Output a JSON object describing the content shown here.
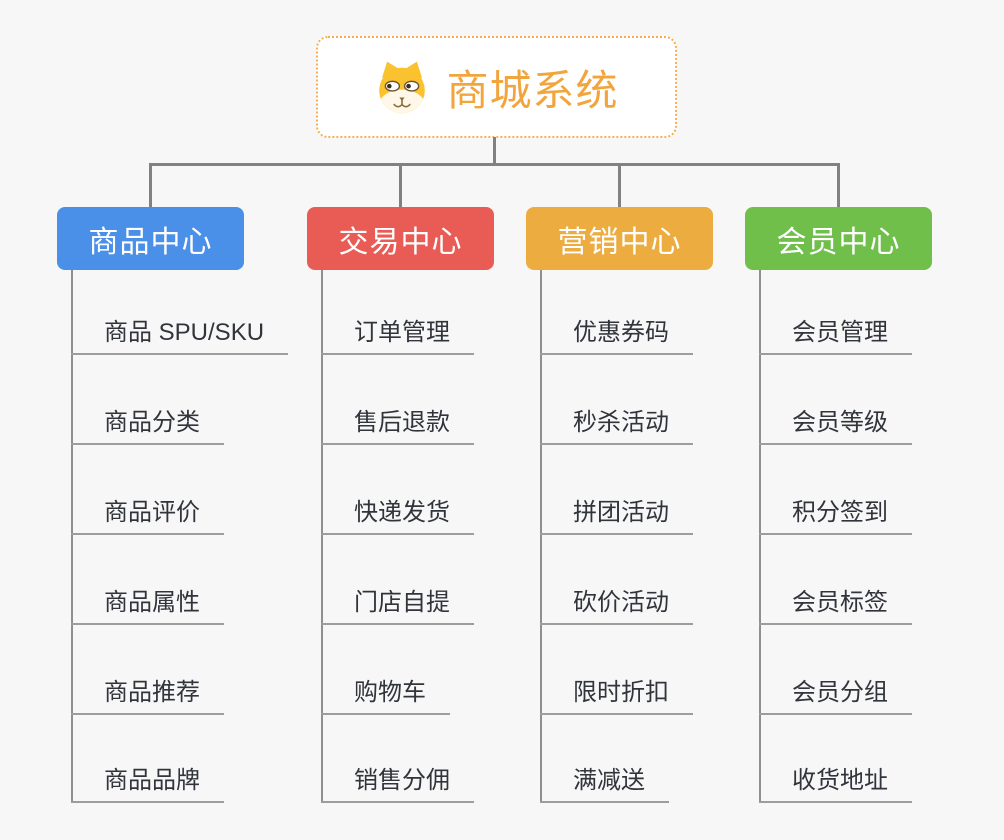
{
  "root": {
    "title": "商城系统",
    "icon": "shiba-dog-icon"
  },
  "theme": {
    "background": "#F7F7F7",
    "root_border": "#F6AF4D",
    "root_text": "#F2A53C",
    "connector": "#818181",
    "item_underline": "#9D9D9D",
    "item_text": "#31343A"
  },
  "branches": [
    {
      "label": "商品中心",
      "color": "#4A8FE8",
      "items": [
        "商品 SPU/SKU",
        "商品分类",
        "商品评价",
        "商品属性",
        "商品推荐",
        "商品品牌"
      ]
    },
    {
      "label": "交易中心",
      "color": "#E95C55",
      "items": [
        "订单管理",
        "售后退款",
        "快递发货",
        "门店自提",
        "购物车",
        "销售分佣"
      ]
    },
    {
      "label": "营销中心",
      "color": "#EDAC3F",
      "items": [
        "优惠券码",
        "秒杀活动",
        "拼团活动",
        "砍价活动",
        "限时折扣",
        "满减送"
      ]
    },
    {
      "label": "会员中心",
      "color": "#6FBF4A",
      "items": [
        "会员管理",
        "会员等级",
        "积分签到",
        "会员标签",
        "会员分组",
        "收货地址"
      ]
    }
  ]
}
